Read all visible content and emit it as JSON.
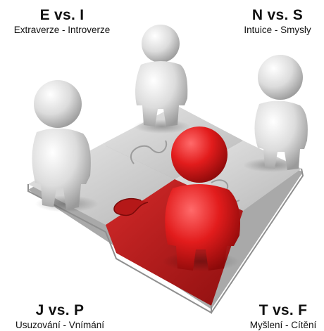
{
  "labels": {
    "top_left": {
      "pair": "E vs. I",
      "desc": "Extraverze - Introverze"
    },
    "top_right": {
      "pair": "N vs. S",
      "desc": "Intuice - Smysly"
    },
    "bottom_left": {
      "pair": "J vs. P",
      "desc": "Usuzování - Vnímání"
    },
    "bottom_right": {
      "pair": "T vs. F",
      "desc": "Myšlení - Cítění"
    }
  },
  "colors": {
    "accent_red": "#e21c1c",
    "figure_gray": "#d9d9d9",
    "puzzle_gray": "#c8c8c8"
  },
  "icons": [
    "puzzle-piece",
    "person-figure"
  ]
}
